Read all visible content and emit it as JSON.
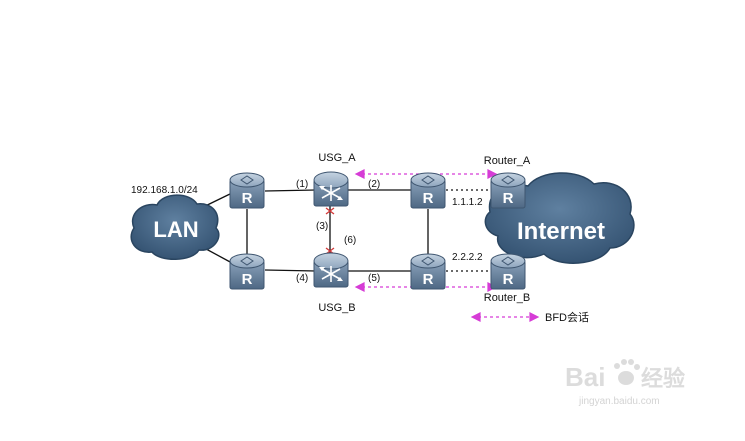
{
  "diagram": {
    "clouds": {
      "lan": {
        "label": "LAN",
        "subnet": "192.168.1.0/24"
      },
      "internet": {
        "label": "Internet"
      }
    },
    "devices": {
      "usg_a": {
        "label": "USG_A"
      },
      "usg_b": {
        "label": "USG_B"
      },
      "router_a": {
        "label": "Router_A"
      },
      "router_b": {
        "label": "Router_B"
      },
      "router_letter": "R"
    },
    "links": {
      "l1": "(1)",
      "l2": "(2)",
      "l3": "(3)",
      "l4": "(4)",
      "l5": "(5)",
      "l6": "(6)"
    },
    "ips": {
      "top": "1.1.1.2",
      "bottom": "2.2.2.2"
    },
    "legend": {
      "label": "BFD会话"
    },
    "colors": {
      "device": "#5a7591",
      "bfd": "#d63cd6",
      "cloud": "#3f607f"
    }
  },
  "watermark": {
    "brand": "Bai",
    "brand_suffix": "经验",
    "url": "jingyan.baidu.com"
  }
}
